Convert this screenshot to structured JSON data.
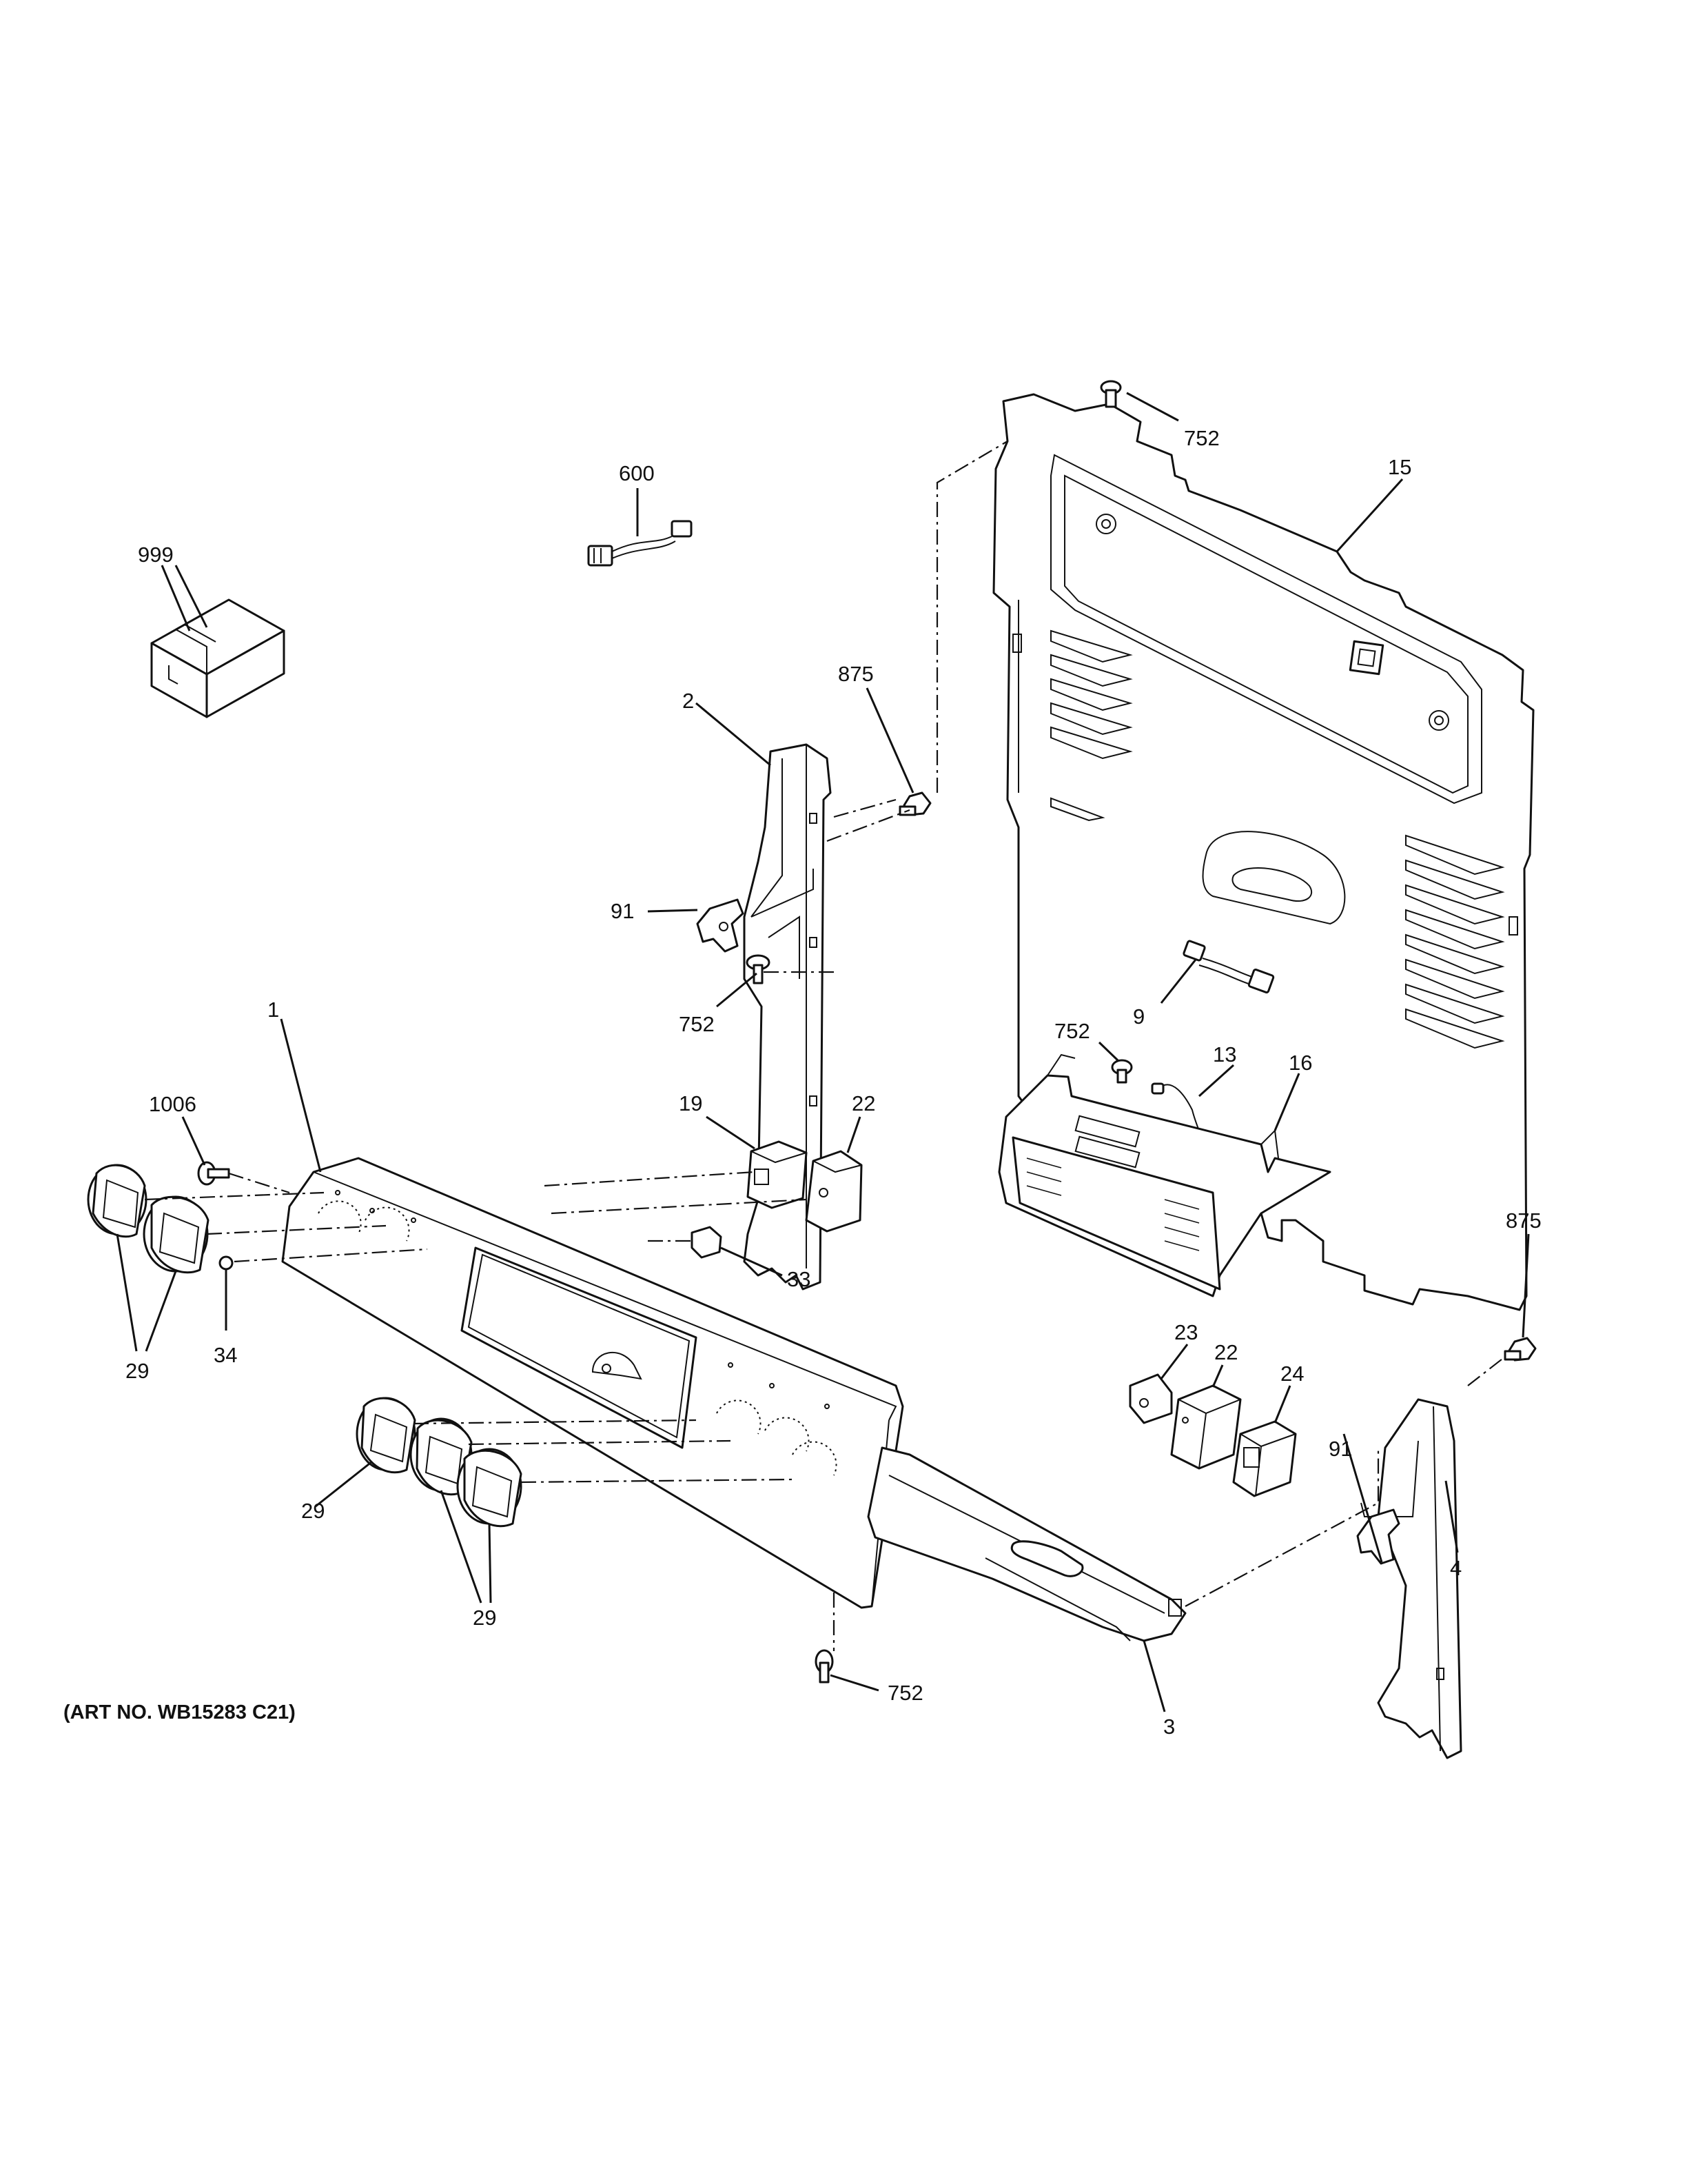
{
  "diagram": {
    "art_number": "(ART NO. WB15283 C21)",
    "callouts": [
      {
        "id": "c999",
        "label": "999"
      },
      {
        "id": "c600",
        "label": "600"
      },
      {
        "id": "c752a",
        "label": "752"
      },
      {
        "id": "c15",
        "label": "15"
      },
      {
        "id": "c875a",
        "label": "875"
      },
      {
        "id": "c2",
        "label": "2"
      },
      {
        "id": "c91a",
        "label": "91"
      },
      {
        "id": "c752b",
        "label": "752"
      },
      {
        "id": "c752c",
        "label": "752"
      },
      {
        "id": "c9",
        "label": "9"
      },
      {
        "id": "c13",
        "label": "13"
      },
      {
        "id": "c16",
        "label": "16"
      },
      {
        "id": "c1",
        "label": "1"
      },
      {
        "id": "c1006",
        "label": "1006"
      },
      {
        "id": "c19",
        "label": "19"
      },
      {
        "id": "c22a",
        "label": "22"
      },
      {
        "id": "c33",
        "label": "33"
      },
      {
        "id": "c34",
        "label": "34"
      },
      {
        "id": "c29a",
        "label": "29"
      },
      {
        "id": "c29b",
        "label": "29"
      },
      {
        "id": "c29c",
        "label": "29"
      },
      {
        "id": "c875b",
        "label": "875"
      },
      {
        "id": "c23",
        "label": "23"
      },
      {
        "id": "c22b",
        "label": "22"
      },
      {
        "id": "c24",
        "label": "24"
      },
      {
        "id": "c91b",
        "label": "91"
      },
      {
        "id": "c4",
        "label": "4"
      },
      {
        "id": "c752d",
        "label": "752"
      },
      {
        "id": "c3",
        "label": "3"
      }
    ]
  }
}
